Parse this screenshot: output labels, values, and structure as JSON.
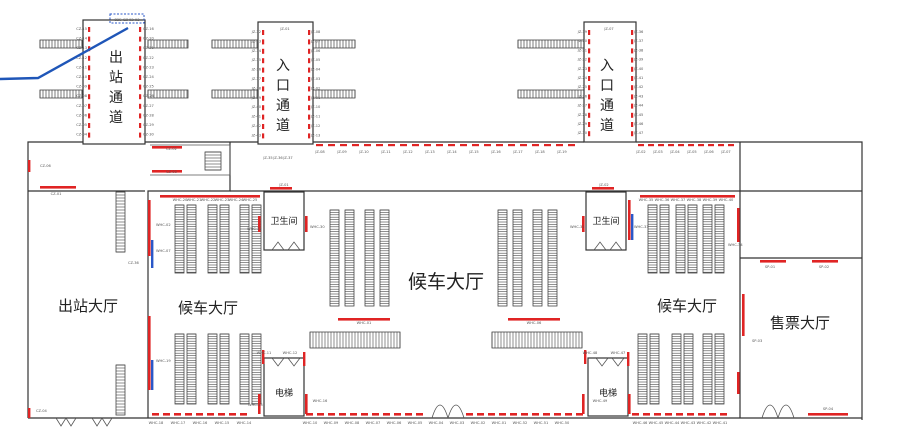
{
  "colors": {
    "wall": "#333333",
    "door_red": "#e02424",
    "door_blue": "#2a57c8",
    "callout": "#1f56b8"
  },
  "halls": {
    "exit_hall": "出站大厅",
    "waiting_left": "候车大厅",
    "waiting_center": "候车大厅",
    "waiting_right": "候车大厅",
    "ticket_hall": "售票大厅"
  },
  "passages": {
    "exit_passage": [
      "出",
      "站",
      "通",
      "道"
    ],
    "entry_passage_left": [
      "入",
      "口",
      "通",
      "道"
    ],
    "entry_passage_right": [
      "入",
      "口",
      "通",
      "道"
    ]
  },
  "rooms": {
    "restroom_left": "卫生间",
    "restroom_right": "卫生间",
    "elevator_left": "电梯",
    "elevator_right": "电梯"
  },
  "codes": {
    "cz_left": [
      "CZ-15",
      "CZ-14",
      "CZ-13",
      "CZ-12",
      "CZ-11",
      "CZ-10",
      "CZ-09",
      "CZ-08",
      "CZ-07",
      "CZ-06",
      "CZ-05",
      "CZ-04"
    ],
    "cz_right": [
      "CZ-16",
      "CZ-20",
      "CZ-21",
      "CZ-22",
      "CZ-23",
      "CZ-24",
      "CZ-25",
      "CZ-26",
      "CZ-27",
      "CZ-28",
      "CZ-29",
      "CZ-30"
    ],
    "cz_top": "B2E-CZ-02-03",
    "cz_misc": {
      "cz06": "CZ-06",
      "cz01": "CZ-01",
      "cz02": "CZ-02",
      "cz03": "CZ-03",
      "cz04": "CZ-04",
      "cz36": "CZ-36"
    },
    "jz1_left": [
      "JZ-32",
      "JZ-33",
      "JZ-34",
      "JZ-35",
      "JZ-36",
      "JZ-37",
      "JZ-38",
      "JZ-39",
      "JZ-40",
      "JZ-41",
      "JZ-42",
      "JZ-43"
    ],
    "jz1_right": [
      "JZ-08",
      "JZ-07",
      "JZ-06",
      "JZ-05",
      "JZ-04",
      "JZ-03",
      "JZ-02",
      "JZ-01",
      "JZ-10",
      "JZ-11",
      "JZ-12",
      "JZ-13"
    ],
    "jz1_top": "JZ-01",
    "jz1_bottom": [
      "JZ-35",
      "JZ-36",
      "JZ-37"
    ],
    "jz2_left": [
      "JZ-19",
      "JZ-20",
      "JZ-21",
      "JZ-22",
      "JZ-23",
      "JZ-24",
      "JZ-25",
      "JZ-26",
      "JZ-27",
      "JZ-28",
      "JZ-29",
      "JZ-30"
    ],
    "jz2_right": [
      "JZ-36",
      "JZ-37",
      "JZ-38",
      "JZ-39",
      "JZ-40",
      "JZ-41",
      "JZ-42",
      "JZ-43",
      "JZ-44",
      "JZ-45",
      "JZ-46",
      "JZ-47"
    ],
    "jz2_top": "JZ-07",
    "jz_row": [
      "JZ-08",
      "JZ-09",
      "JZ-10",
      "JZ-11",
      "JZ-12",
      "JZ-13",
      "JZ-14",
      "JZ-15",
      "JZ-16",
      "JZ-17",
      "JZ-18",
      "JZ-19"
    ],
    "jz_row_right": [
      "JZ-02",
      "JZ-03",
      "JZ-04",
      "JZ-05",
      "JZ-06",
      "JZ-07"
    ],
    "jz_mid": {
      "left": "JZ-01",
      "right": "JZ-02"
    },
    "ws_bottom_left": [
      "WHC-18",
      "WHC-17",
      "WHC-16",
      "WHC-15",
      "WHC-14"
    ],
    "ws_bottom_mid": [
      "WHC-10",
      "WHC-09",
      "WHC-08",
      "WHC-07",
      "WHC-06",
      "WHC-05",
      "WHC-04",
      "WHC-03",
      "WHC-02",
      "WHC-01",
      "WHC-52",
      "WHC-51",
      "WHC-50"
    ],
    "ws_bottom_right": [
      "WHC-46",
      "WHC-45",
      "WHC-44",
      "WHC-43",
      "WHC-42",
      "WHC-41"
    ],
    "ws_top_left": [
      "WHC-20",
      "WHC-21",
      "WHC-22",
      "WHC-23",
      "WHC-24",
      "WHC-25"
    ],
    "ws_top_right": [
      "WHC-35",
      "WHC-36",
      "WHC-37",
      "WHC-38",
      "WHC-39",
      "WHC-40"
    ],
    "ws_misc": {
      "w02": "WHC-02",
      "w07": "WHC-07",
      "w32": "WHC-32",
      "w11": "WHC-11",
      "w12": "WHC-12",
      "w13": "WHC-13",
      "w19": "WHC-19",
      "w48": "WHC-48",
      "w47": "WHC-47",
      "w49": "WHC-49",
      "w30": "WHC-30",
      "w31": "WHC-31",
      "w33": "WHC-33",
      "w34": "WHC-34",
      "w01": "WHC-01",
      "w06": "WHC-06",
      "w16": "WHC-16"
    },
    "sp": {
      "sp01": "SP-01",
      "sp02": "SP-02",
      "sp03": "SP-03",
      "sp04": "SP-04"
    }
  }
}
